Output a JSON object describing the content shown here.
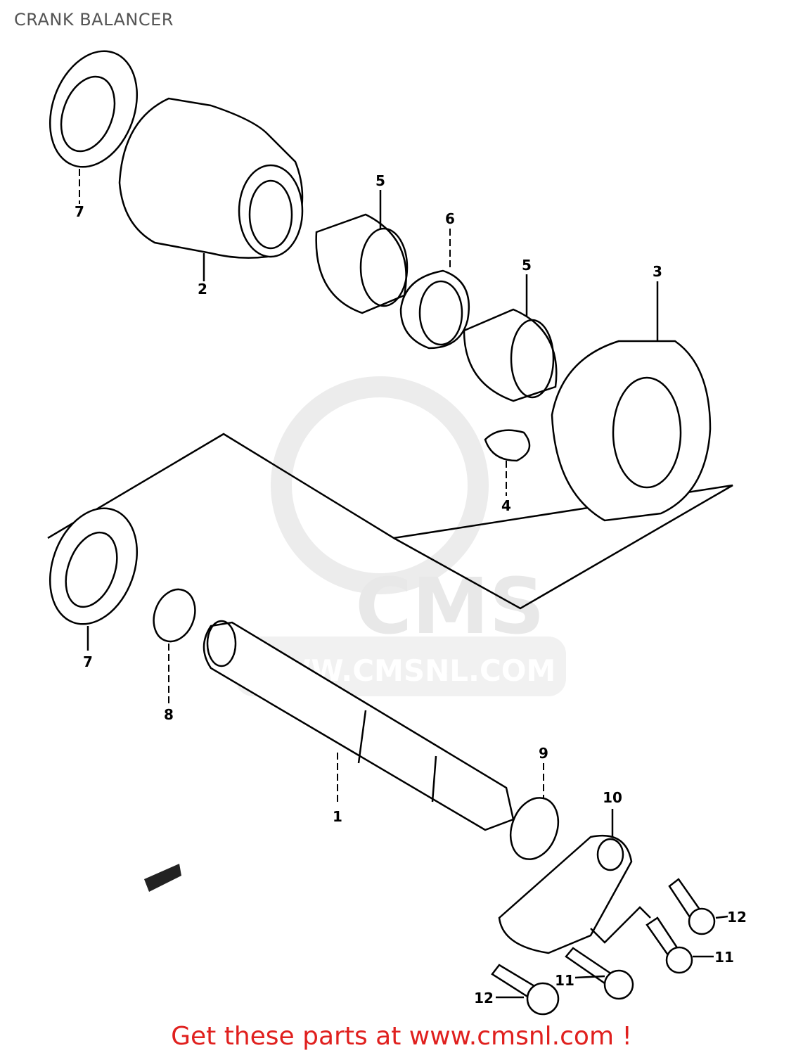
{
  "title": "CRANK BALANCER",
  "watermark": {
    "brand": "CMS",
    "url": "WWW.CMSNL.COM"
  },
  "callouts": {
    "shaft": "1",
    "housing": "2",
    "gear": "3",
    "key": "4",
    "bearing_a": "5",
    "spacer": "6",
    "bearing_b": "5",
    "seal_top": "7",
    "seal_bottom": "7",
    "oring_left": "8",
    "oring_right": "9",
    "lever": "10",
    "bolt_11_a": "11",
    "bolt_11_b": "11",
    "bolt_12_a": "12",
    "bolt_12_b": "12"
  },
  "footer": "Get these parts at www.cmsnl.com !",
  "colors": {
    "footer": "#e0201e",
    "title": "#555555",
    "watermark": "#e8e8e8"
  }
}
